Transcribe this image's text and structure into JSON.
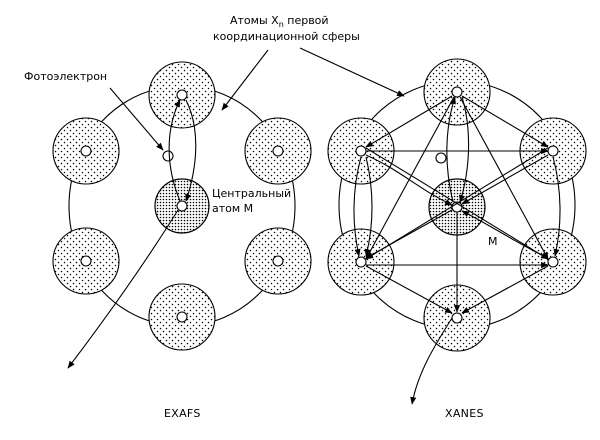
{
  "labels": {
    "atoms_line1": "Атомы X",
    "atoms_subscript": "n",
    "atoms_line1_rest": " первой",
    "atoms_line2": "координационной сферы",
    "photoelectron": "Фотоэлектрон",
    "central_line1": "Центральный",
    "central_line2": "атом M",
    "central_right": "M"
  },
  "captions": {
    "left": "EXAFS",
    "right": "XANES"
  },
  "colors": {
    "ink": "#000000",
    "background": "#ffffff"
  }
}
